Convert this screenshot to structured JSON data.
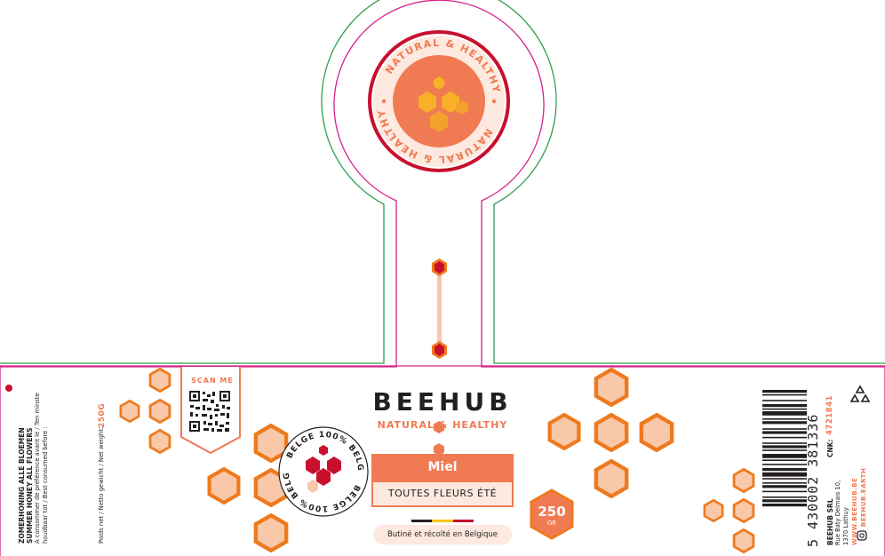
{
  "brand": {
    "name": "BEEHUB",
    "tagline": "NATURAL & HEALTHY"
  },
  "seal_top": {
    "ring_text": "NATURAL & HEALTHY"
  },
  "belgian_badge": {
    "ring_text": "BELGE 100% BELG"
  },
  "product": {
    "title": "Miel",
    "variant": "TOUTES FLEURS ÉTÉ",
    "origin": "Butiné et récolté en Belgique"
  },
  "weight": {
    "value": "250",
    "unit": "GR"
  },
  "scan": {
    "label": "SCAN ME"
  },
  "left_panel": {
    "variety_nl": "ZOMERHONING ALLE BLOEMEN",
    "variety_en": "SUMMER HONEY ALL FLOWERS",
    "best_before_1": "A consommer de préférence avant le / Ten minste",
    "best_before_2": "houdbaar tot / Best consumed before :",
    "net_weight_label": "Poids net / Netto gewicht / Net weight:",
    "net_weight_value": "250G"
  },
  "right_panel": {
    "barcode_number": "5 430002 381336",
    "cnk_label": "CNK:",
    "cnk_value": "4721841",
    "company": "BEEHUB SRL",
    "address_1": "Rue Baty Delmais 10,",
    "address_2": "1370 Lathuy",
    "website": "WWW.BEEHUB.BE",
    "instagram": "BEEHUB.EARTH"
  },
  "colors": {
    "accent": "#f07a52",
    "orange": "#ee7a1e",
    "honey_fill": "#f8c8a8",
    "badge_red": "#c8102e",
    "dark": "#231f20",
    "pale": "#fde9df",
    "dieline_pink": "#d6218a",
    "dieline_green": "#2e9e4f"
  },
  "icons": {
    "recycle": "recycle-icon",
    "instagram": "instagram-icon",
    "flower": "flower-icon",
    "bee": "bee-icon"
  }
}
